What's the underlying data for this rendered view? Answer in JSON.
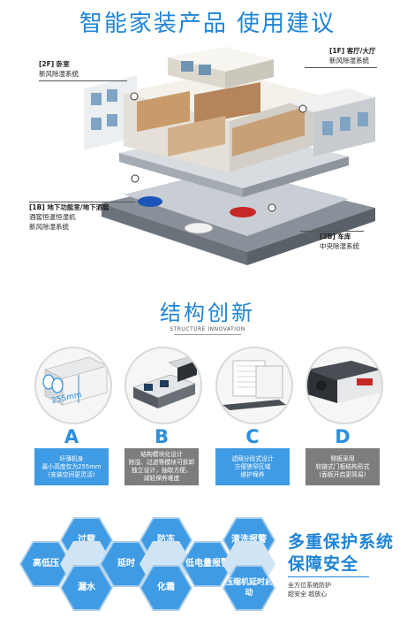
{
  "header": {
    "title": "智能家装产品 使用建议"
  },
  "house_labels": {
    "floor2": {
      "tag": "[2F] 卧室",
      "line1": "新风除湿系统"
    },
    "floor1": {
      "tag": "[1F] 客厅/大厅",
      "line1": "新风除湿系统"
    },
    "basement1": {
      "tag": "[1B] 地下功能室/地下酒窖",
      "line1": "酒窖恒温恒湿机",
      "line2": "新风除湿系统"
    },
    "basement2": {
      "tag": "[2B] 车库",
      "line1": "中央除湿系统"
    }
  },
  "structure": {
    "title": "结构创新",
    "subtitle": "STRUCTURE INNOVATION",
    "dimension_label": "255mm",
    "items": [
      {
        "letter": "A",
        "lines": [
          "纤薄机身",
          "最小高度仅为255mm",
          "(安装空间更灵活)"
        ]
      },
      {
        "letter": "B",
        "lines": [
          "结构模块化设计",
          "除湿、过滤等模块可拆卸",
          "独立设计，抽取方便，",
          "减轻保养难度"
        ]
      },
      {
        "letter": "C",
        "lines": [
          "滤网分段式设计",
          "方便狭窄区域",
          "维护保养"
        ]
      },
      {
        "letter": "D",
        "lines": [
          "侧板采用",
          "较链式门板结构形式",
          "(面板开启更简易)"
        ]
      }
    ],
    "colors": {
      "blue": "#3f9be4",
      "gray": "#7d7d7d"
    }
  },
  "protection": {
    "title_line1": "多重保护系统",
    "title_line2": "保障安全",
    "sub_line1": "全方位系统防护",
    "sub_line2": "超安全  超放心",
    "hexes": [
      {
        "label": "过载"
      },
      {
        "label": "防冻"
      },
      {
        "label": "清洗报警"
      },
      {
        "label": "高低压"
      },
      {
        "label": "延时"
      },
      {
        "label": "低电量报警"
      },
      {
        "label": "漏水"
      },
      {
        "label": "化霜"
      },
      {
        "label": "压缩机延时启动"
      }
    ]
  }
}
